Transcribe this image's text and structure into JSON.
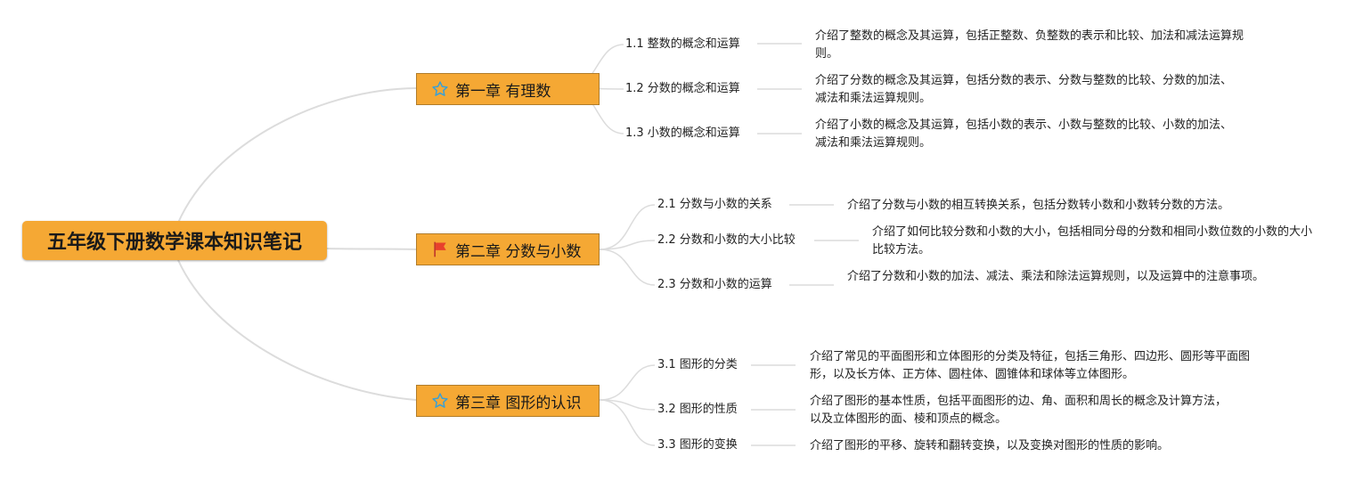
{
  "root": {
    "title": "五年级下册数学课本知识笔记"
  },
  "chapters": [
    {
      "title": "第一章 有理数",
      "icon": "star-icon",
      "sections": [
        {
          "label": "1.1 整数的概念和运算",
          "desc": "介绍了整数的概念及其运算，包括正整数、负整数的表示和比较、加法和减法运算规则。"
        },
        {
          "label": "1.2 分数的概念和运算",
          "desc": "介绍了分数的概念及其运算，包括分数的表示、分数与整数的比较、分数的加法、减法和乘法运算规则。"
        },
        {
          "label": "1.3 小数的概念和运算",
          "desc": "介绍了小数的概念及其运算，包括小数的表示、小数与整数的比较、小数的加法、减法和乘法运算规则。"
        }
      ]
    },
    {
      "title": "第二章 分数与小数",
      "icon": "flag-icon",
      "sections": [
        {
          "label": "2.1 分数与小数的关系",
          "desc": "介绍了分数与小数的相互转换关系，包括分数转小数和小数转分数的方法。"
        },
        {
          "label": "2.2 分数和小数的大小比较",
          "desc": "介绍了如何比较分数和小数的大小，包括相同分母的分数和相同小数位数的小数的大小比较方法。"
        },
        {
          "label": "2.3 分数和小数的运算",
          "desc": "介绍了分数和小数的加法、减法、乘法和除法运算规则，以及运算中的注意事项。"
        }
      ]
    },
    {
      "title": "第三章 图形的认识",
      "icon": "star-icon",
      "sections": [
        {
          "label": "3.1 图形的分类",
          "desc": "介绍了常见的平面图形和立体图形的分类及特征，包括三角形、四边形、圆形等平面图形，以及长方体、正方体、圆柱体、圆锥体和球体等立体图形。"
        },
        {
          "label": "3.2 图形的性质",
          "desc": "介绍了图形的基本性质，包括平面图形的边、角、面积和周长的概念及计算方法，以及立体图形的面、棱和顶点的概念。"
        },
        {
          "label": "3.3 图形的变换",
          "desc": "介绍了图形的平移、旋转和翻转变换，以及变换对图形的性质的影响。"
        }
      ]
    }
  ],
  "colors": {
    "node_fill": "#f5a834",
    "line": "#d9d9d9",
    "star": "#3aa0d6",
    "flag": "#e8412c"
  }
}
